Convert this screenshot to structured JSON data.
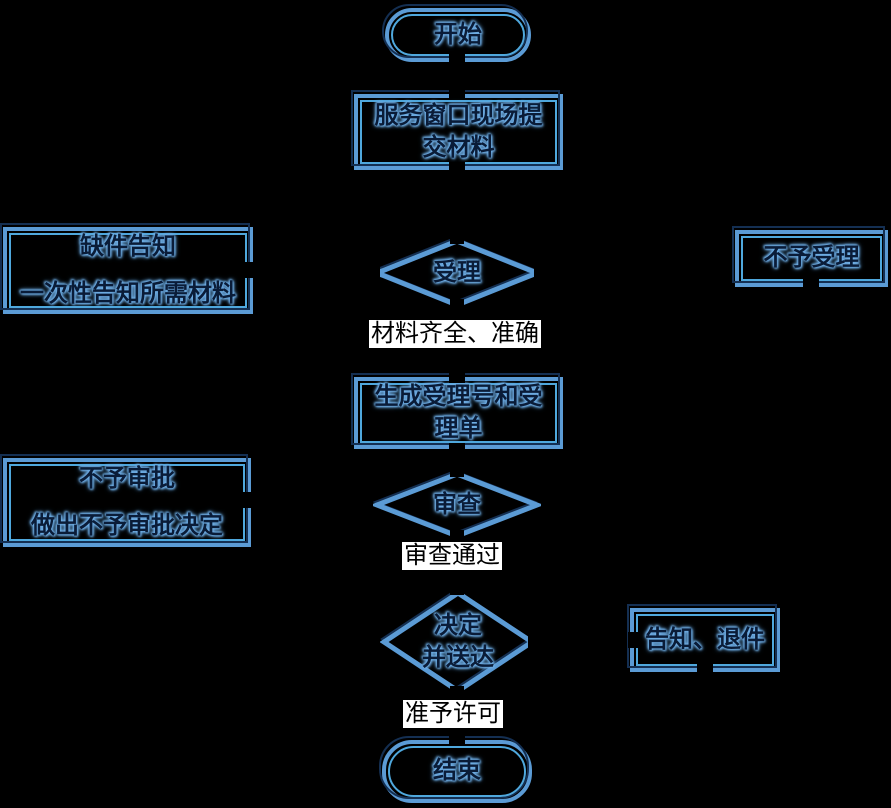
{
  "diagram": {
    "type": "flowchart",
    "background": "#000000",
    "nodes": {
      "start": "开始",
      "submit": "服务窗口现场提交材料",
      "accept_decision": "受理",
      "missing_notice_line1": "缺件告知",
      "missing_notice_line2": "一次性告知所需材料",
      "not_accepted": "不予受理",
      "materials_ok_label": "材料齐全、准确",
      "receipt": "生成受理号和受理单",
      "review_decision": "审查",
      "no_approval_line1": "不予审批",
      "no_approval_line2": "做出不予审批决定",
      "review_pass_label": "审查通过",
      "decide_line1": "决定",
      "decide_line2": "并送达",
      "notify_return": "告知、退件",
      "permit_label": "准予许可",
      "end": "结束"
    },
    "colors": {
      "shape_stroke": "#5b9bd5",
      "shape_shadow": "#142f52",
      "inner_line": "#4fa8dd",
      "text_glow": "#72b1e8",
      "node_text": "#0a1c38",
      "label_background": "#ffffff",
      "label_text": "#000000"
    }
  }
}
